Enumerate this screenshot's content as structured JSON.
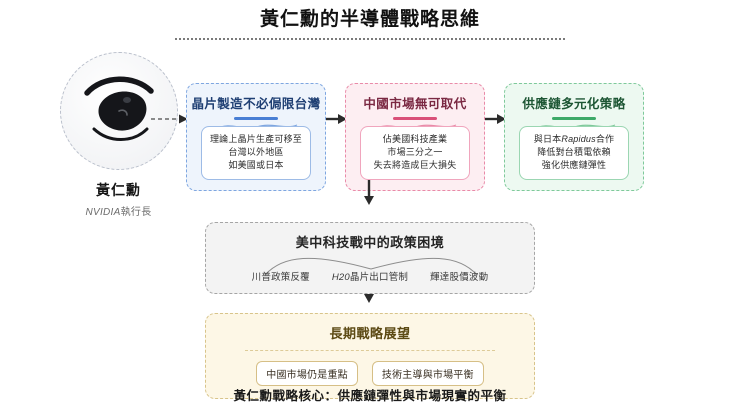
{
  "header": {
    "title": "黃仁勳的半導體戰略思維"
  },
  "persona": {
    "icon": "nvidia-eye-logo",
    "name": "黃仁勳",
    "role_prefix": "NVIDIA",
    "role_suffix": "執行長"
  },
  "cards": [
    {
      "id": "card-blue",
      "title": "晶片製造不必侷限台灣",
      "accent": "#4a7fd4",
      "bg": "#eef4fc",
      "border": "#7ea6e0",
      "lines": [
        "理論上晶片生產可移至",
        "台灣以外地區",
        "如美國或日本"
      ]
    },
    {
      "id": "card-pink",
      "title": "中國市場無可取代",
      "accent": "#d95079",
      "bg": "#fdeef2",
      "border": "#e98aa8",
      "lines": [
        "佔美國科技產業",
        "市場三分之一",
        "失去將造成巨大損失"
      ]
    },
    {
      "id": "card-green",
      "title": "供應鏈多元化策略",
      "accent": "#3da968",
      "bg": "#edf9f1",
      "border": "#7ec99a",
      "lines_rich": {
        "line1_pre": "與日本",
        "line1_em": "Rapidus",
        "line1_post": "合作",
        "line2": "降低對台積電依賴",
        "line3": "強化供應鏈彈性"
      }
    }
  ],
  "gray_panel": {
    "title": "美中科技戰中的政策困境",
    "tags": {
      "tag1": "川普政策反覆",
      "tag2_em": "H20",
      "tag2_post": "晶片出口管制",
      "tag3": "輝達股價波動"
    }
  },
  "yellow_panel": {
    "title": "長期戰略展望",
    "pills": [
      "中國市場仍是重點",
      "技術主導與市場平衡"
    ]
  },
  "footer": {
    "caption": "黃仁勳戰略核心：供應鏈彈性與市場現實的平衡"
  }
}
